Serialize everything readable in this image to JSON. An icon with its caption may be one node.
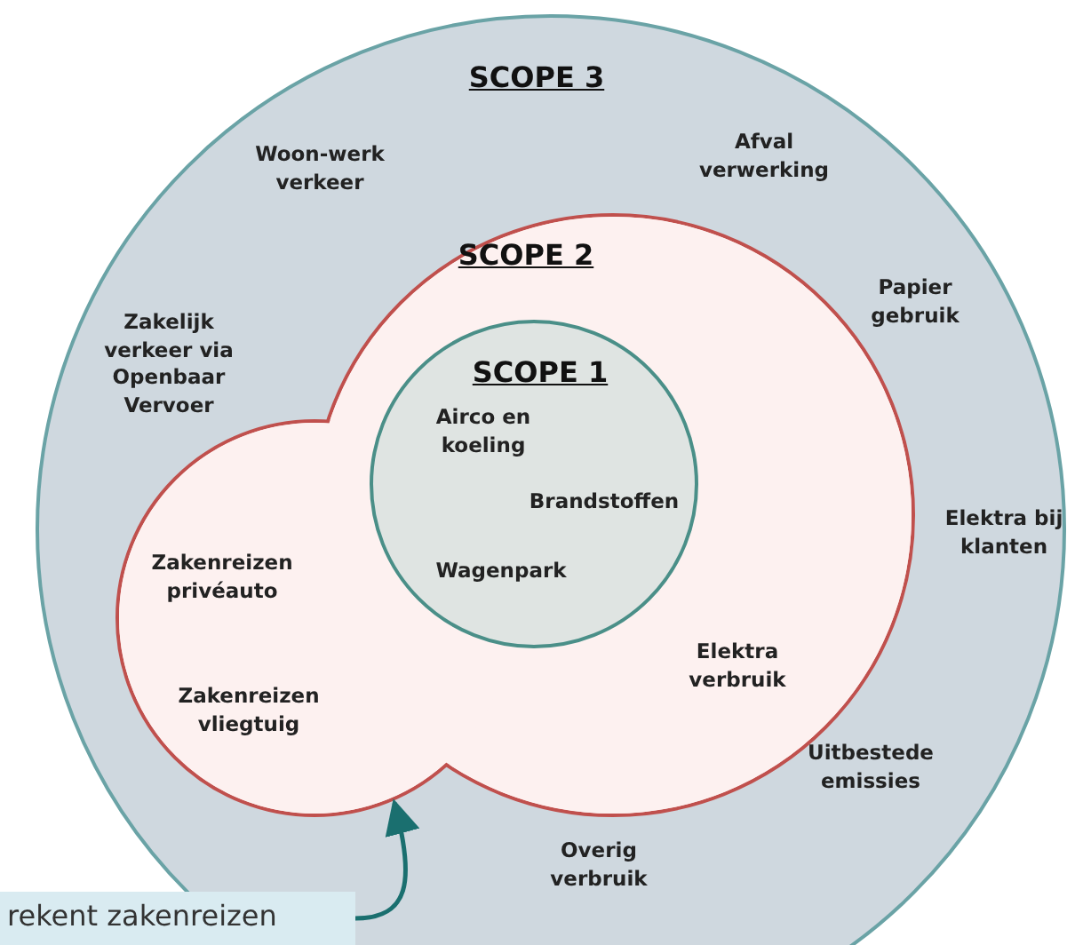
{
  "diagram": {
    "nodes": [
      {
        "text": [
          "SCOPE 3"
        ]
      },
      {
        "text": [
          "SCOPE 2"
        ],
        "in": 0
      },
      {
        "text": [
          "SCOPE 1"
        ],
        "in": 1
      },
      {
        "text": [
          "rekent zakenreizen"
        ]
      }
    ],
    "edges": [
      {
        "from": 3,
        "to": 1,
        "arrow": "to"
      }
    ],
    "labels": [
      "Afval verwerking",
      "Woon-werk verkeer",
      "Papier gebruik",
      "Zakelijk verkeer via Openbaar Vervoer",
      "Airco en koeling",
      "Brandstoffen",
      "Elektra bij klanten",
      "Wagenpark",
      "Zakenreizen privéauto",
      "Elektra verbruik",
      "Zakenreizen vliegtuig",
      "Uitbestede emissies",
      "Overig verbruik"
    ]
  }
}
